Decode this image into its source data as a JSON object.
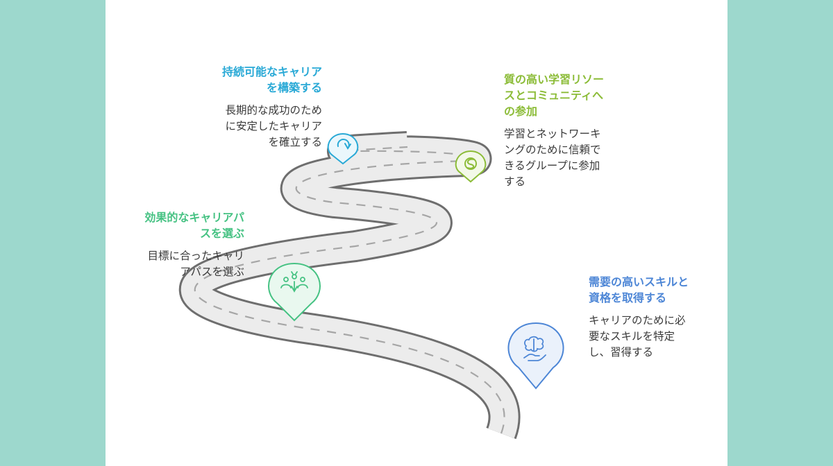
{
  "steps": [
    {
      "id": "sustainable",
      "title": "持続可能なキャリアを構築する",
      "title_lines": [
        "持続可能なキャリア",
        "を構築する"
      ],
      "desc_lines": [
        "長期的な成功のため",
        "に安定したキャリア",
        "を確立する"
      ],
      "color": "#29a9d6",
      "icon": "refresh-arrow-icon"
    },
    {
      "id": "resources",
      "title": "質の高い学習リソースとコミュニティへの参加",
      "title_lines": [
        "質の高い学習リソー",
        "スとコミュニティへ",
        "の参加"
      ],
      "desc_lines": [
        "学習とネットワーキ",
        "ングのために信頼で",
        "きるグループに参加",
        "する"
      ],
      "color": "#8cbc38",
      "icon": "connection-icon"
    },
    {
      "id": "career-path",
      "title": "効果的なキャリアパスを選ぶ",
      "title_lines": [
        "効果的なキャリアパ",
        "スを選ぶ"
      ],
      "desc_lines": [
        "目標に合ったキャリ",
        "アパスを選ぶ"
      ],
      "color": "#46c283",
      "icon": "team-select-icon"
    },
    {
      "id": "skills",
      "title": "需要の高いスキルと資格を取得する",
      "title_lines": [
        "需要の高いスキルと",
        "資格を取得する"
      ],
      "desc_lines": [
        "キャリアのために必",
        "要なスキルを特定",
        "し、習得する"
      ],
      "color": "#4d86d6",
      "icon": "brain-hand-icon"
    }
  ]
}
